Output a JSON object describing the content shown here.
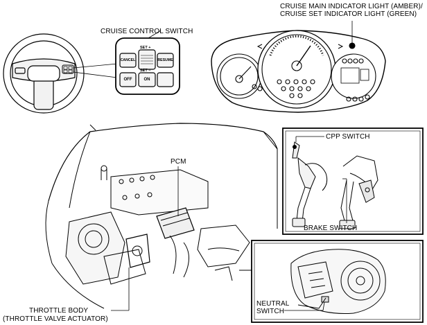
{
  "labels": {
    "cruise_indicator_line1": "CRUISE MAIN INDICATOR LIGHT (AMBER)/",
    "cruise_indicator_line2": "CRUISE SET INDICATOR LIGHT (GREEN)",
    "cruise_control_switch": "CRUISE CONTROL SWITCH",
    "pcm": "PCM",
    "cpp_switch": "CPP SWITCH",
    "brake_switch": "BRAKE SWITCH",
    "neutral_switch_line1": "NEUTRAL",
    "neutral_switch_line2": "SWITCH",
    "throttle_body_line1": "THROTTLE BODY",
    "throttle_body_line2": "(THROTTLE VALVE ACTUATOR)"
  },
  "switch_buttons": {
    "set_plus": "SET +",
    "set_minus": "SET −",
    "cancel": "CANCEL",
    "resume": "RESUME",
    "off": "OFF",
    "on": "ON"
  },
  "colors": {
    "line": "#000000",
    "panel_fill": "#e6e6e6",
    "background": "#ffffff"
  }
}
